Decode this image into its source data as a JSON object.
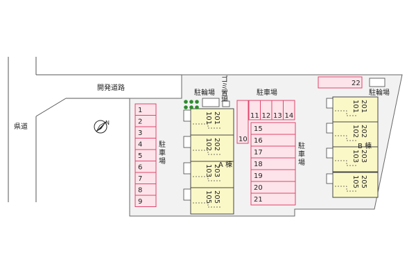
{
  "roads": {
    "prefectural": "県道",
    "development": "開発道路"
  },
  "parking_label": "駐車場",
  "bicycle_label": "駐輪場",
  "garbage_label": "ゴミ置場",
  "parking_left": [
    "1",
    "2",
    "3",
    "4",
    "5",
    "6",
    "7",
    "8",
    "9"
  ],
  "parking_top": [
    "11",
    "12",
    "13",
    "14"
  ],
  "parking_center": [
    "15",
    "16",
    "17",
    "18",
    "19",
    "20",
    "21"
  ],
  "parking_10": "10",
  "parking_22": "22",
  "building_a": {
    "name": "A 棟",
    "units": [
      [
        "201",
        "101"
      ],
      [
        "202",
        "102"
      ],
      [
        "203",
        "103"
      ],
      [
        "205",
        "105"
      ]
    ]
  },
  "building_b": {
    "name": "B 棟",
    "units": [
      [
        "201",
        "101"
      ],
      [
        "202",
        "102"
      ],
      [
        "203",
        "103"
      ],
      [
        "205",
        "105"
      ]
    ]
  },
  "colors": {
    "parking_fill": "#fde4ea",
    "parking_stroke": "#e0436b",
    "unit_fill": "#fbf8c8",
    "lot_fill": "#f2f2f2",
    "tree": "#2e8b2e"
  },
  "icons": [
    "north-compass-icon",
    "tree-icon"
  ]
}
